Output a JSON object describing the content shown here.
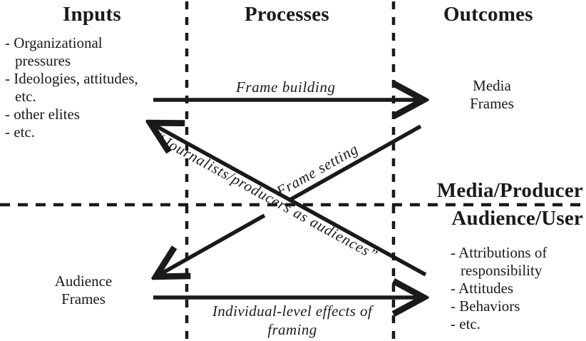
{
  "columns": {
    "inputs": "Inputs",
    "processes": "Processes",
    "outcomes": "Outcomes"
  },
  "rows": {
    "media_producer": "Media/Producer",
    "audience_user": "Audience/User"
  },
  "inputs_list": [
    {
      "first": "- Organizational",
      "cont": "pressures"
    },
    {
      "first": "- Ideologies, attitudes,",
      "cont": "etc."
    },
    {
      "first": "- other elites",
      "cont": ""
    },
    {
      "first": "- etc.",
      "cont": ""
    }
  ],
  "nodes": {
    "media_frames_line1": "Media",
    "media_frames_line2": "Frames",
    "audience_frames_line1": "Audience",
    "audience_frames_line2": "Frames"
  },
  "outcomes_list": [
    {
      "first": "- Attributions of",
      "cont": "responsibility"
    },
    {
      "first": "- Attitudes",
      "cont": ""
    },
    {
      "first": "- Behaviors",
      "cont": ""
    },
    {
      "first": "- etc.",
      "cont": ""
    }
  ],
  "arrow_labels": {
    "frame_building": "Frame building",
    "frame_setting": "Frame setting",
    "journalists": "“Journalists/producers as audiences”",
    "individual_effects_line1": "Individual-level effects of",
    "individual_effects_line2": "framing"
  },
  "colors": {
    "ink": "#1a1a1a",
    "background": "#ffffff"
  }
}
